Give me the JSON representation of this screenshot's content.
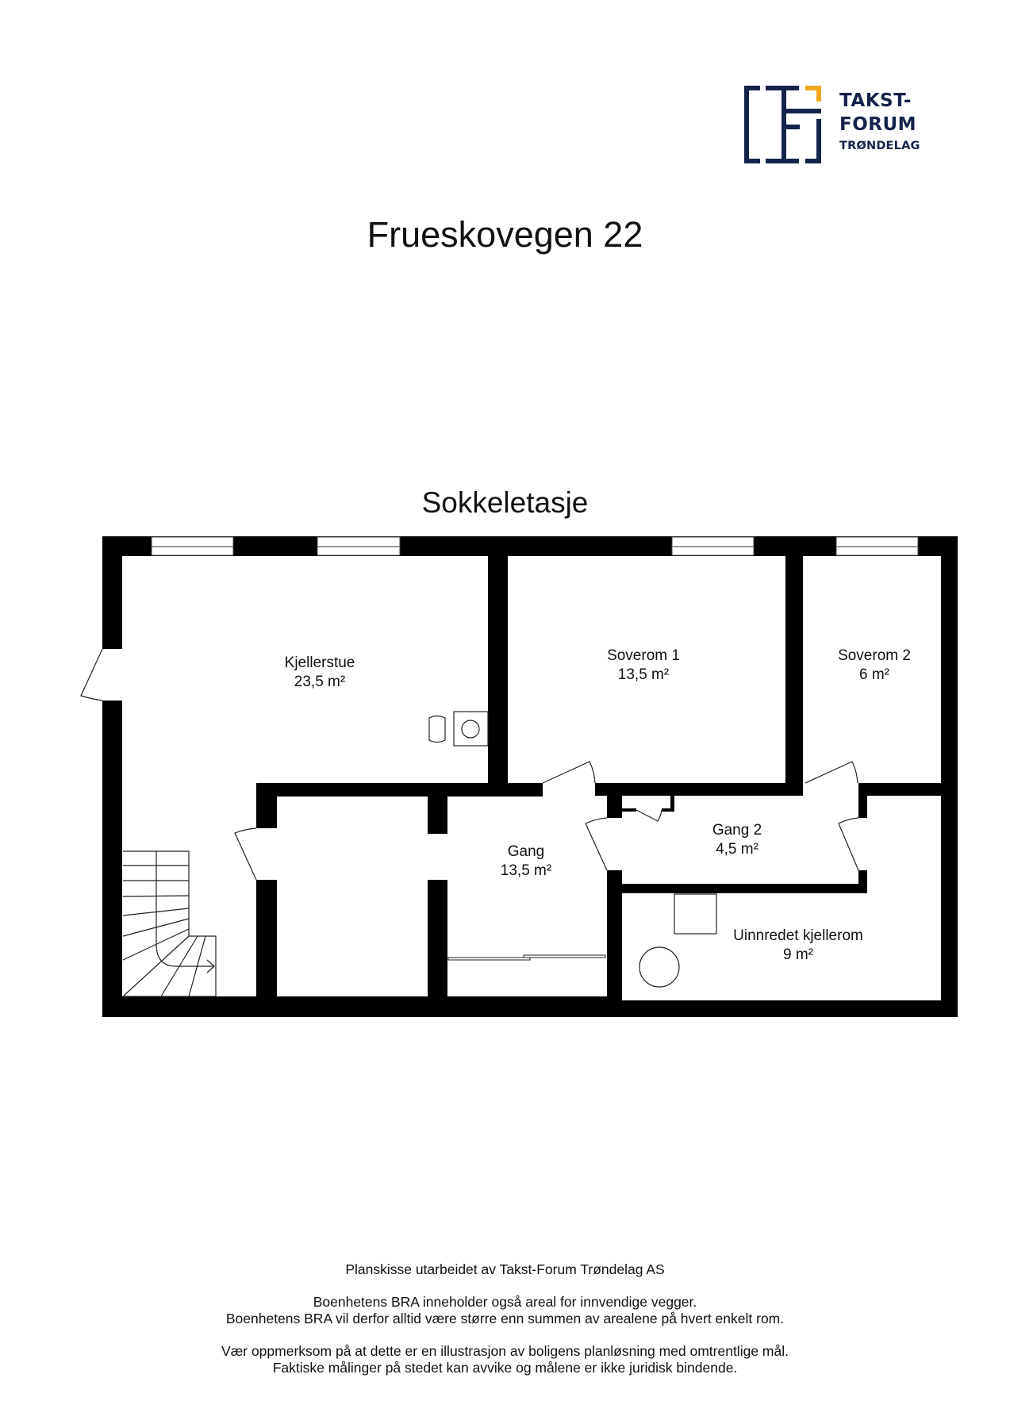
{
  "logo": {
    "line1": "TAKST-",
    "line2": "FORUM",
    "line3": "TRØNDELAG",
    "colors": {
      "navy": "#14234a",
      "accent": "#f0a81c"
    }
  },
  "header": {
    "title": "Frueskovegen 22",
    "floor_name": "Sokkeletasje"
  },
  "rooms": [
    {
      "name": "Kjellerstue",
      "area": "23,5 m²"
    },
    {
      "name": "Soverom 1",
      "area": "13,5 m²"
    },
    {
      "name": "Soverom 2",
      "area": "6 m²"
    },
    {
      "name": "Gang",
      "area": "13,5 m²"
    },
    {
      "name": "Gang 2",
      "area": "4,5 m²"
    },
    {
      "name": "Uinnredet kjellerom",
      "area": "9 m²"
    }
  ],
  "footer": {
    "credit": "Planskisse utarbeidet av Takst-Forum Trøndelag AS",
    "bra_line1": "Boenhetens BRA inneholder også areal for innvendige vegger.",
    "bra_line2": "Boenhetens BRA vil derfor alltid være større enn summen av arealene på hvert enkelt rom.",
    "disclaimer_line1": "Vær oppmerksom på at dette er en illustrasjon av boligens planløsning med omtrentlige mål.",
    "disclaimer_line2": "Faktiske målinger på stedet kan avvike og målene er ikke juridisk bindende."
  }
}
